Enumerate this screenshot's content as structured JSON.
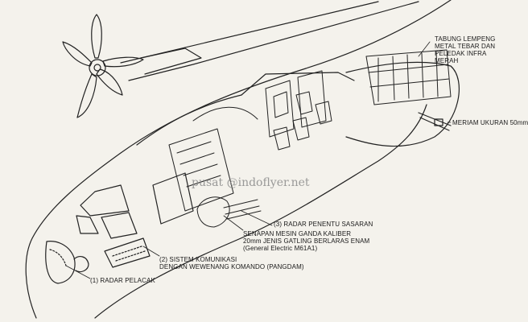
{
  "watermark": "pusat @indoflyer.net",
  "labels": {
    "tabung": [
      "TABUNG LEMPENG",
      "METAL TEBAR DAN",
      "PELEDAK INFRA",
      "MERAH"
    ],
    "meriam": "MERIAM UKURAN 50mm",
    "radar_penentu": "(3) RADAR PENENTU SASARAN",
    "senapan": [
      "SENAPAN MESIN GANDA KALIBER",
      "20mm JENIS GATLING BERLARAS ENAM",
      "(General Electric M61A1)"
    ],
    "sistem": [
      "(2) SISTEM KOMUNIKASI",
      "DENGAN WEWENANG KOMANDO (PANGDAM)"
    ],
    "radar_pelacak": "(1) RADAR PELACAK"
  }
}
